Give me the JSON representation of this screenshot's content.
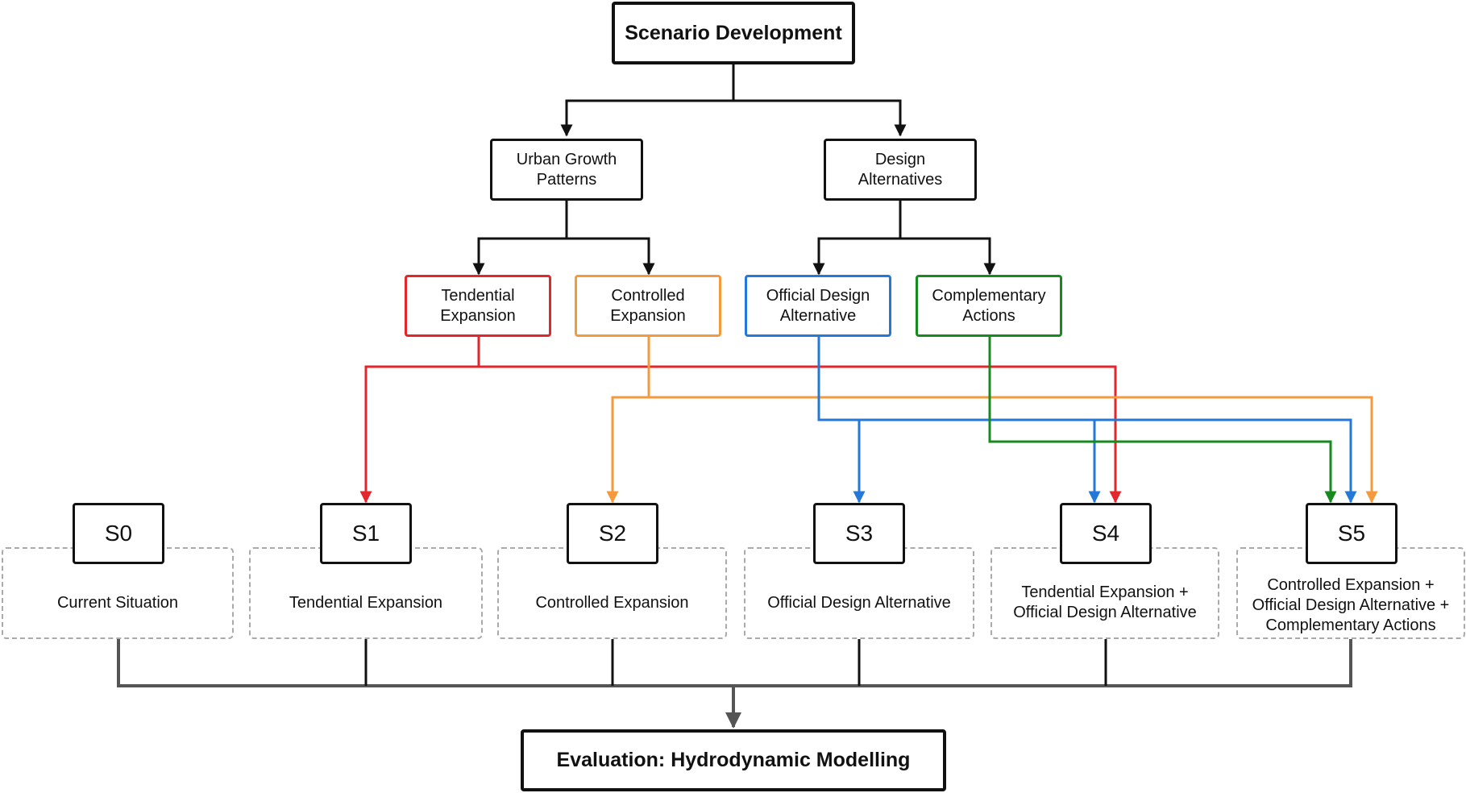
{
  "title": "Scenario Development",
  "groups": {
    "urban_growth": "Urban Growth\nPatterns",
    "design_alternatives": "Design\nAlternatives"
  },
  "options": {
    "tendential": "Tendential\nExpansion",
    "controlled": "Controlled\nExpansion",
    "official": "Official Design\nAlternative",
    "complementary": "Complementary\nActions"
  },
  "scenarios": [
    {
      "id": "S0",
      "description": "Current Situation"
    },
    {
      "id": "S1",
      "description": "Tendential Expansion"
    },
    {
      "id": "S2",
      "description": "Controlled  Expansion"
    },
    {
      "id": "S3",
      "description": "Official Design Alternative"
    },
    {
      "id": "S4",
      "description": "Tendential Expansion +\nOfficial Design Alternative"
    },
    {
      "id": "S5",
      "description": "Controlled  Expansion +\nOfficial Design Alternative +\nComplementary Actions"
    }
  ],
  "evaluation": "Evaluation: Hydrodynamic Modelling",
  "colors": {
    "tendential": "#e3262b",
    "controlled": "#f59a3c",
    "official": "#2478d8",
    "complementary": "#168a1c",
    "tree": "#111111",
    "merge": "#555555"
  }
}
